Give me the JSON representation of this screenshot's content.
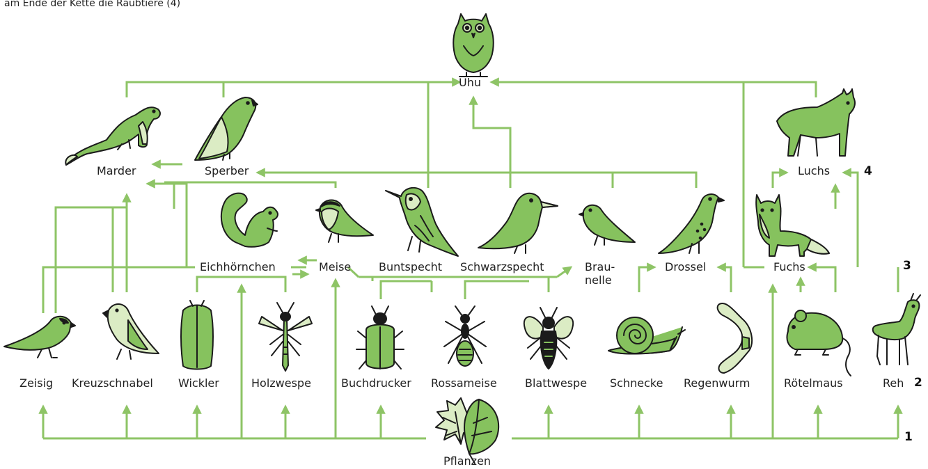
{
  "caption": "am Ende der Kette die Raubtiere (4)",
  "colors": {
    "line": "#8ec466",
    "fill": "#86c25e",
    "fill_light": "#dbecc4",
    "outline": "#1b1b1b"
  },
  "levels": {
    "l1": "1",
    "l2": "2",
    "l3": "3",
    "l4": "4"
  },
  "nodes": {
    "uhu": "Uhu",
    "marder": "Marder",
    "sperber": "Sperber",
    "luchs": "Luchs",
    "eichhoernchen": "Eichhörnchen",
    "meise": "Meise",
    "buntspecht": "Buntspecht",
    "schwarzspecht": "Schwarzspecht",
    "braunelle_1": "Brau-",
    "braunelle_2": "nelle",
    "drossel": "Drossel",
    "fuchs": "Fuchs",
    "zeisig": "Zeisig",
    "kreuzschnabel": "Kreuzschnabel",
    "wickler": "Wickler",
    "holzwespe": "Holzwespe",
    "buchdrucker": "Buchdrucker",
    "rossameise": "Rossameise",
    "blattwespe": "Blattwespe",
    "schnecke": "Schnecke",
    "regenwurm": "Regenwurm",
    "roetelmaus": "Rötelmaus",
    "reh": "Reh",
    "pflanzen": "Pflanzen"
  },
  "icons": [
    "owl-icon",
    "marten-icon",
    "sparrowhawk-icon",
    "lynx-icon",
    "squirrel-icon",
    "tit-icon",
    "woodpecker-icon",
    "black-woodpecker-icon",
    "dunnock-icon",
    "thrush-icon",
    "fox-icon",
    "siskin-icon",
    "crossbill-icon",
    "moth-icon",
    "woodwasp-icon",
    "bark-beetle-icon",
    "ant-icon",
    "sawfly-icon",
    "snail-icon",
    "earthworm-icon",
    "vole-icon",
    "deer-icon",
    "leaves-icon"
  ]
}
